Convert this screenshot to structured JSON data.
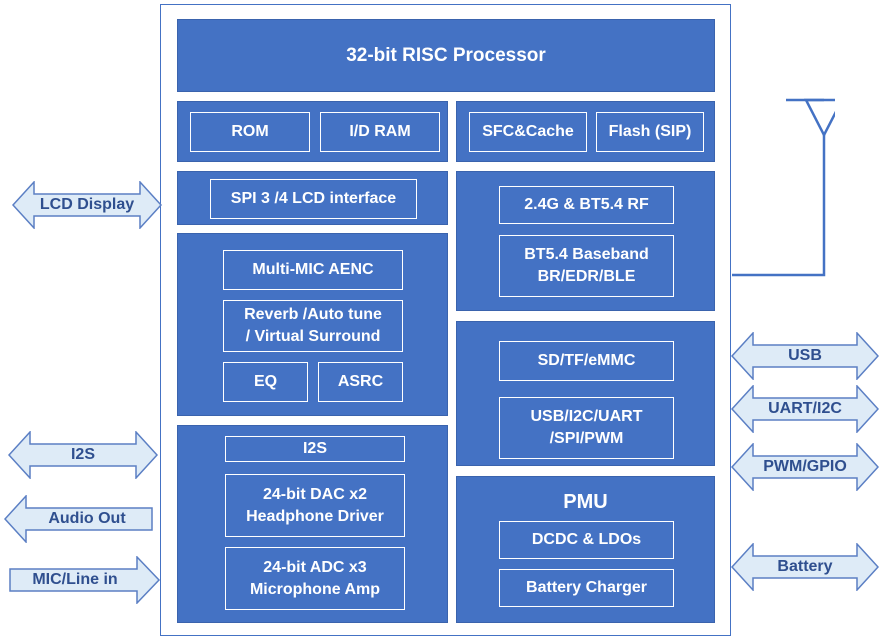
{
  "processor": "32-bit RISC Processor",
  "memory": {
    "rom": "ROM",
    "ram": "I/D RAM",
    "sfc": "SFC&Cache",
    "flash": "Flash (SIP)"
  },
  "lcd_interface": "SPI 3 /4 LCD interface",
  "rf": {
    "rf_label": "2.4G & BT5.4 RF",
    "baseband": "BT5.4 Baseband\nBR/EDR/BLE"
  },
  "audio_dsp": {
    "aenc": "Multi-MIC AENC",
    "reverb": "Reverb /Auto tune\n/ Virtual Surround",
    "eq": "EQ",
    "asrc": "ASRC"
  },
  "peripherals": {
    "storage": "SD/TF/eMMC",
    "bus": "USB/I2C/UART\n/SPI/PWM"
  },
  "codec": {
    "i2s": "I2S",
    "dac": "24-bit DAC x2\nHeadphone Driver",
    "adc": "24-bit ADC x3\nMicrophone Amp"
  },
  "pmu": {
    "title": "PMU",
    "dcdc": "DCDC & LDOs",
    "charger": "Battery Charger"
  },
  "external": {
    "lcd": "LCD Display",
    "i2s": "I2S",
    "audio_out": "Audio Out",
    "mic_in": "MIC/Line in",
    "usb": "USB",
    "uart": "UART/I2C",
    "pwm": "PWM/GPIO",
    "battery": "Battery"
  },
  "colors": {
    "block": "#4472C4",
    "arrow_fill": "#DEEBF7",
    "arrow_stroke": "#5B7FC4",
    "label": "#2F4F8F"
  }
}
